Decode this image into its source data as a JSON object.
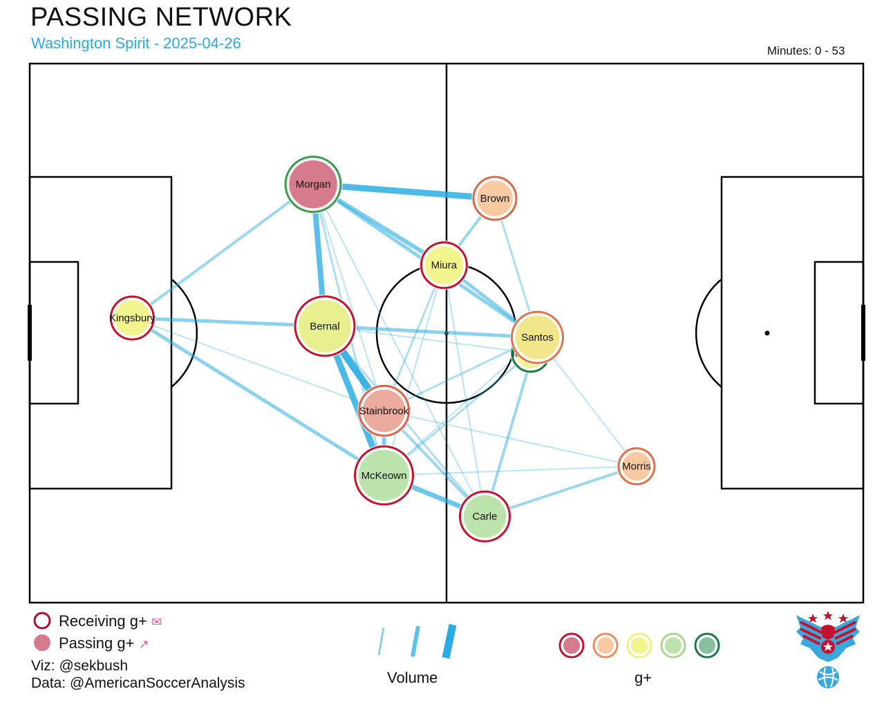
{
  "header": {
    "title": "PASSING NETWORK",
    "subtitle": "Washington Spirit - 2025-04-26",
    "minutes": "Minutes: 0 - 53"
  },
  "legend": {
    "receiving": "Receiving g+",
    "passing": "Passing g+",
    "receiving_icon": "mailbox-icon",
    "passing_icon": "shoe-icon",
    "volume_label": "Volume",
    "gplus_label": "g+",
    "gplus_scale": [
      "#c6102e",
      "#f08a5a",
      "#f2f07a",
      "#a8d98a",
      "#1a7a46"
    ],
    "gplus_fill": [
      "#d67b8d",
      "#f9c9a2",
      "#f2f48e",
      "#bde3ac",
      "#86c09c"
    ]
  },
  "credits": {
    "viz": "Viz: @sekbush",
    "data": "Data: @AmericanSoccerAnalysis"
  },
  "logo": {
    "name": "American Soccer Analysis eagle logo"
  },
  "chart_data": {
    "type": "network",
    "colors": {
      "edge": "#29abe2",
      "pitch_line": "#000000"
    },
    "nodes": [
      {
        "name": "Morgan",
        "x": 34.0,
        "y": 77.6,
        "fill": "#d67b8d",
        "ring": "#3a9a50"
      },
      {
        "name": "Brown",
        "x": 55.8,
        "y": 75.0,
        "fill": "#f9c9a2",
        "ring": "#d9684a"
      },
      {
        "name": "Miura",
        "x": 49.7,
        "y": 62.6,
        "fill": "#f2f48e",
        "ring": "#c6102e"
      },
      {
        "name": "Kingsbury",
        "x": 12.3,
        "y": 52.8,
        "fill": "#f2f48e",
        "ring": "#c6102e"
      },
      {
        "name": "Bernal",
        "x": 35.4,
        "y": 51.3,
        "fill": "#e8ef8e",
        "ring": "#c6102e"
      },
      {
        "name": "Monday",
        "x": 60.1,
        "y": 46.3,
        "fill": "#f2f48e",
        "ring": "#1a7a46"
      },
      {
        "name": "Santos",
        "x": 60.9,
        "y": 49.2,
        "fill": "#f2e68a",
        "ring": "#e0704a"
      },
      {
        "name": "Stainbrook",
        "x": 42.5,
        "y": 35.6,
        "fill": "#ebab9e",
        "ring": "#e0604a"
      },
      {
        "name": "McKeown",
        "x": 42.5,
        "y": 23.6,
        "fill": "#bde3ac",
        "ring": "#c6102e"
      },
      {
        "name": "Carle",
        "x": 54.6,
        "y": 16.0,
        "fill": "#bde3ac",
        "ring": "#c6102e"
      },
      {
        "name": "Morris",
        "x": 72.8,
        "y": 25.3,
        "fill": "#f9c9a2",
        "ring": "#e0704a"
      }
    ],
    "edges": [
      {
        "source": "Morgan",
        "target": "Brown",
        "count": 8
      },
      {
        "source": "Morgan",
        "target": "Bernal",
        "count": 7
      },
      {
        "source": "Morgan",
        "target": "Miura",
        "count": 5
      },
      {
        "source": "Morgan",
        "target": "Kingsbury",
        "count": 3
      },
      {
        "source": "Morgan",
        "target": "Santos",
        "count": 4
      },
      {
        "source": "Morgan",
        "target": "McKeown",
        "count": 2
      },
      {
        "source": "Morgan",
        "target": "Stainbrook",
        "count": 1
      },
      {
        "source": "Morgan",
        "target": "Carle",
        "count": 1
      },
      {
        "source": "Brown",
        "target": "Miura",
        "count": 3
      },
      {
        "source": "Brown",
        "target": "Santos",
        "count": 2
      },
      {
        "source": "Miura",
        "target": "Santos",
        "count": 4
      },
      {
        "source": "Miura",
        "target": "Stainbrook",
        "count": 2
      },
      {
        "source": "Miura",
        "target": "McKeown",
        "count": 1
      },
      {
        "source": "Miura",
        "target": "Carle",
        "count": 1
      },
      {
        "source": "Kingsbury",
        "target": "Bernal",
        "count": 4
      },
      {
        "source": "Kingsbury",
        "target": "McKeown",
        "count": 4
      },
      {
        "source": "Kingsbury",
        "target": "Stainbrook",
        "count": 1
      },
      {
        "source": "Bernal",
        "target": "Santos",
        "count": 4
      },
      {
        "source": "Bernal",
        "target": "Stainbrook",
        "count": 9
      },
      {
        "source": "Bernal",
        "target": "McKeown",
        "count": 8
      },
      {
        "source": "Bernal",
        "target": "Carle",
        "count": 2
      },
      {
        "source": "Bernal",
        "target": "Monday",
        "count": 1
      },
      {
        "source": "Santos",
        "target": "Stainbrook",
        "count": 2
      },
      {
        "source": "Santos",
        "target": "Carle",
        "count": 3
      },
      {
        "source": "Santos",
        "target": "McKeown",
        "count": 1
      },
      {
        "source": "Santos",
        "target": "Morris",
        "count": 1
      },
      {
        "source": "Monday",
        "target": "McKeown",
        "count": 2
      },
      {
        "source": "Stainbrook",
        "target": "McKeown",
        "count": 5
      },
      {
        "source": "Stainbrook",
        "target": "Carle",
        "count": 3
      },
      {
        "source": "Stainbrook",
        "target": "Morris",
        "count": 1
      },
      {
        "source": "McKeown",
        "target": "Carle",
        "count": 6
      },
      {
        "source": "McKeown",
        "target": "Morris",
        "count": 1
      },
      {
        "source": "Carle",
        "target": "Morris",
        "count": 3
      }
    ]
  }
}
